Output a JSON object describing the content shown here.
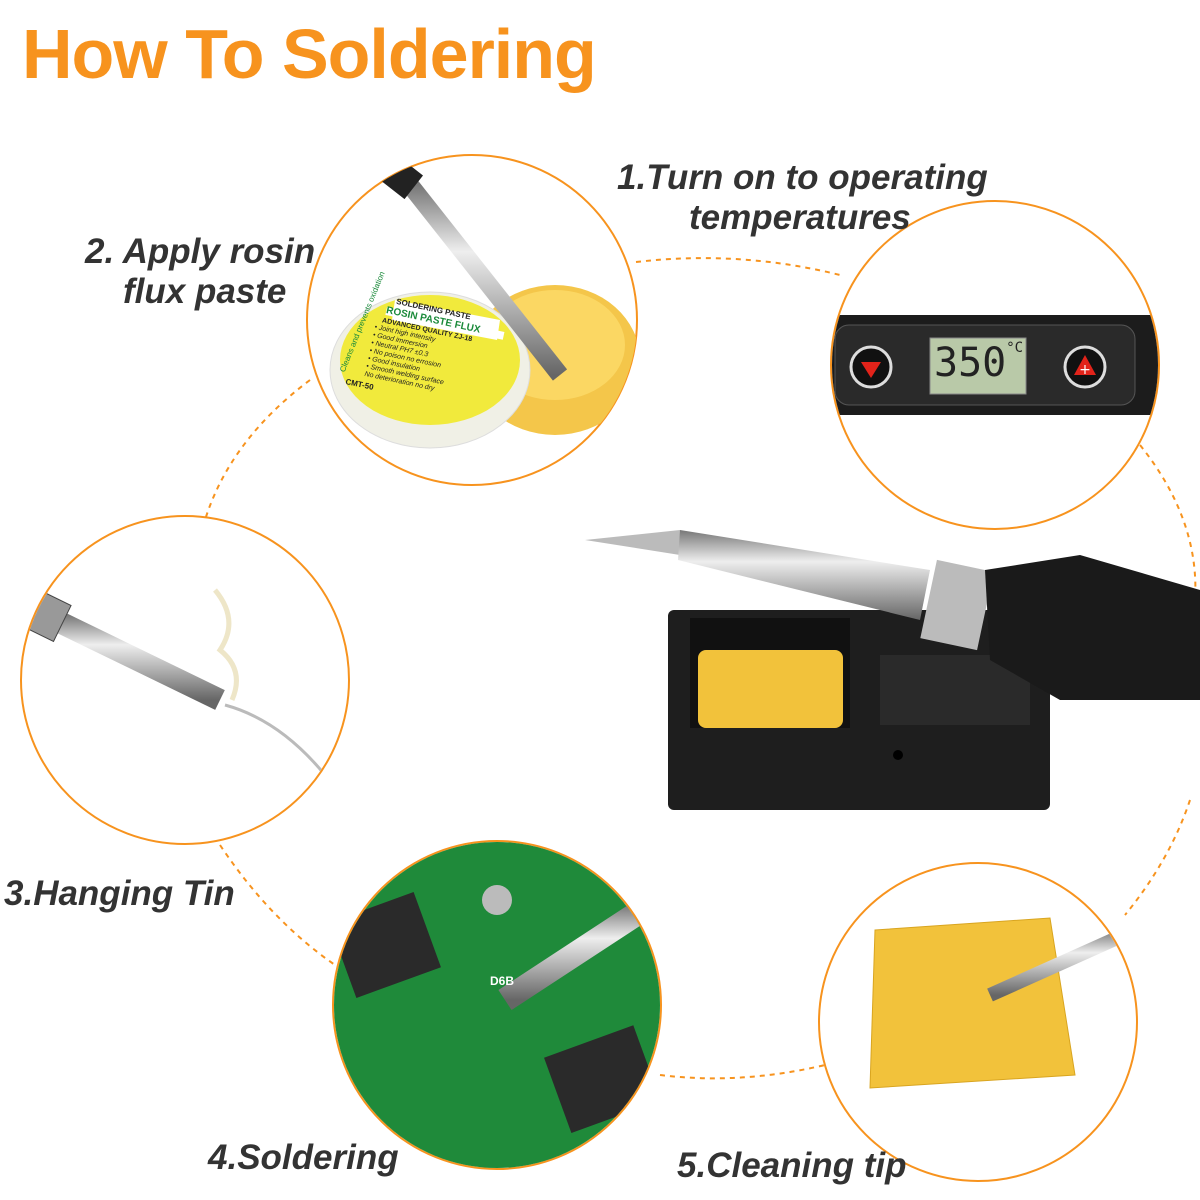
{
  "title": "How To Soldering",
  "accent_color": "#f7931e",
  "steps": [
    {
      "label": "1.Turn on to operating",
      "label2": "temperatures"
    },
    {
      "label": "2. Apply rosin",
      "label2": "flux paste"
    },
    {
      "label": "3.Hanging Tin"
    },
    {
      "label": "4.Soldering"
    },
    {
      "label": "5.Cleaning tip"
    }
  ],
  "display": {
    "temperature": "350",
    "unit": "°C",
    "minus_icon": "minus-icon",
    "plus_icon": "plus-icon"
  },
  "flux_label": {
    "top": "SOLDERING PASTE",
    "name": "ROSIN PASTE FLUX",
    "quality": "ADVANCED QUALITY ZJ-18",
    "side": "Cleans and prevents oxidation",
    "bullets": [
      "• Joint high intensity",
      "• Good immersion",
      "• Neutral PH7 ±0.3",
      "• No poison no errosion",
      "• Good insulation",
      "• Smooth welding surface",
      "No deterioration no dry"
    ],
    "model": "CMT-50"
  },
  "pcb_label": "D6B"
}
